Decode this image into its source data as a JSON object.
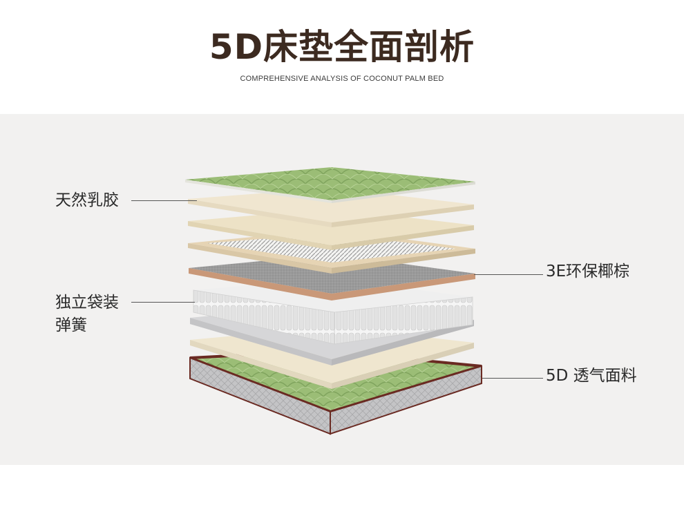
{
  "header": {
    "title": "5D床垫全面剖析",
    "subtitle": "COMPREHENSIVE ANALYSIS OF COCONUT PALM BED"
  },
  "labels": {
    "latex": "天然乳胶",
    "coir": "3E环保椰棕",
    "spring_line1": "独立袋装",
    "spring_line2": "弹簧",
    "fabric": "5D 透气面料"
  },
  "colors": {
    "title": "#3c2a20",
    "panel_bg": "#f2f1f0",
    "green_fabric": "#9bbd76",
    "latex": "#efe6d0",
    "coir_edge": "#c99878",
    "spring": "#e6e6e6",
    "base_border": "#6a2a22"
  },
  "layers": [
    {
      "name": "quilted-top-fabric"
    },
    {
      "name": "latex-layer-1"
    },
    {
      "name": "latex-layer-2"
    },
    {
      "name": "mesh-layer"
    },
    {
      "name": "coir-layer"
    },
    {
      "name": "pocket-spring-layer"
    },
    {
      "name": "felt-layer"
    },
    {
      "name": "latex-layer-3"
    },
    {
      "name": "mattress-base"
    }
  ]
}
